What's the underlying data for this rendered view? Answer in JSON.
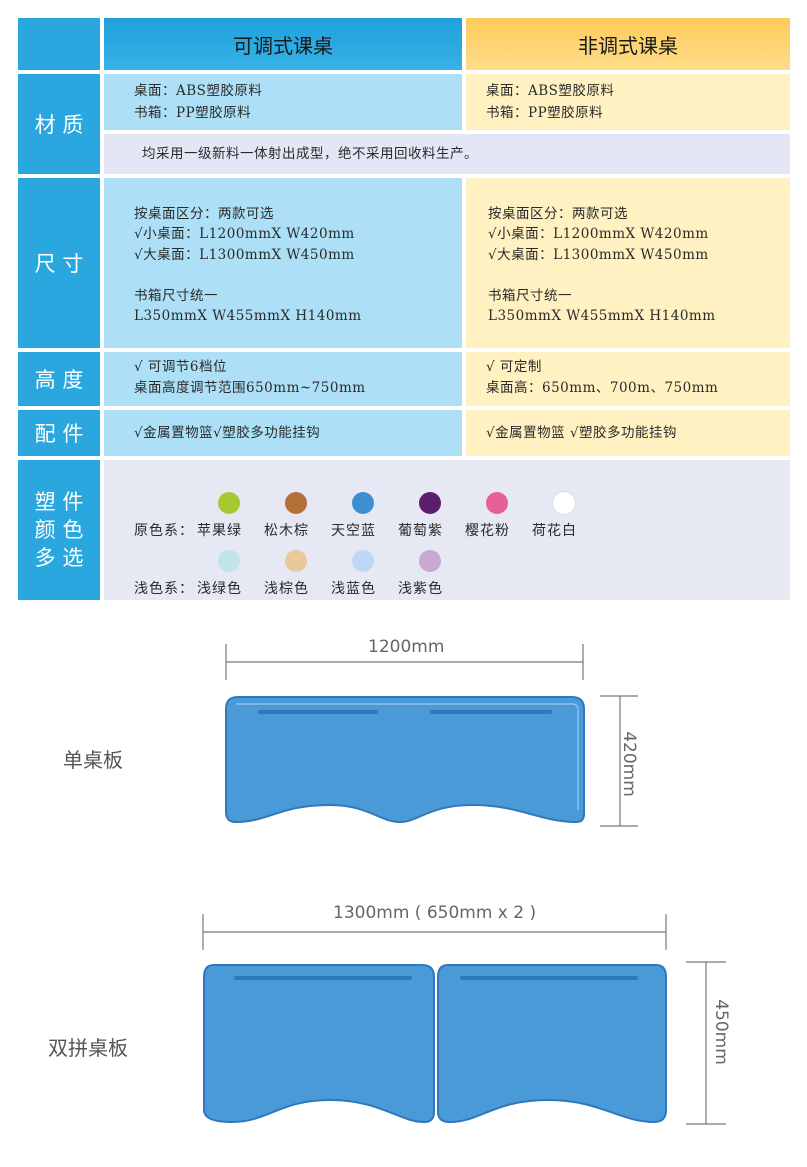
{
  "columns": {
    "adjustable": "可调式课桌",
    "fixed": "非调式课桌"
  },
  "material": {
    "header": "材 质",
    "left": [
      "桌面：ABS塑胶原料",
      "书箱：PP塑胶原料"
    ],
    "right": [
      "桌面：ABS塑胶原料",
      "书箱：PP塑胶原料"
    ],
    "note": "均采用一级新料一体射出成型，绝不采用回收料生产。"
  },
  "size": {
    "header": "尺 寸",
    "left": [
      "按桌面区分：两款可选",
      "√小桌面：L1200mmX W420mm",
      "√大桌面：L1300mmX W450mm",
      "书箱尺寸统一",
      "L350mmX W455mmX H140mm"
    ],
    "right": [
      "按桌面区分：两款可选",
      "√小桌面：L1200mmX W420mm",
      "√大桌面：L1300mmX W450mm",
      "书箱尺寸统一",
      "L350mmX W455mmX H140mm"
    ]
  },
  "height": {
    "header": "高 度",
    "left": [
      "√ 可调节6档位",
      "桌面高度调节范围650mm~750mm"
    ],
    "right": [
      "√  可定制",
      "桌面高：650mm、700m、750mm"
    ]
  },
  "accessories": {
    "header": "配 件",
    "left": "√金属置物篮√塑胶多功能挂钩",
    "right": "√金属置物篮 √塑胶多功能挂钩"
  },
  "colors": {
    "header": [
      "塑 件",
      "颜 色",
      "多 选"
    ],
    "primary_label": "原色系：",
    "primary": [
      {
        "name": "苹果绿",
        "hex": "#a8c832"
      },
      {
        "name": "松木棕",
        "hex": "#b07038"
      },
      {
        "name": "天空蓝",
        "hex": "#3e8fd2"
      },
      {
        "name": "葡萄紫",
        "hex": "#5c1f6e"
      },
      {
        "name": "樱花粉",
        "hex": "#e6609a"
      },
      {
        "name": "荷花白",
        "hex": "#ffffff"
      }
    ],
    "light_label": "浅色系：",
    "light": [
      {
        "name": "浅绿色",
        "hex": "#bfe4ea"
      },
      {
        "name": "浅棕色",
        "hex": "#e9c99c"
      },
      {
        "name": "浅蓝色",
        "hex": "#bcd8f2"
      },
      {
        "name": "浅紫色",
        "hex": "#c9a8d4"
      }
    ]
  },
  "diagrams": {
    "single": {
      "label": "单桌板",
      "length": "1200mm",
      "width": "420mm"
    },
    "double": {
      "label": "双拼桌板",
      "length": "1300mm ( 650mm x 2 )",
      "width": "450mm"
    }
  }
}
